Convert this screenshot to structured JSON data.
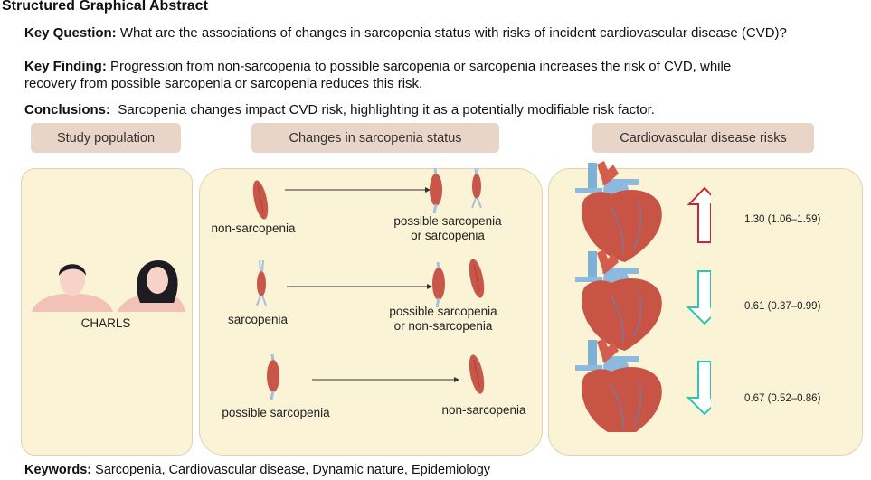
{
  "title": "Structured Graphical Abstract",
  "key_question": {
    "label": "Key Question:",
    "text": " What are the associations of changes in sarcopenia status with risks of incident cardiovascular disease (CVD)?"
  },
  "key_finding": {
    "label": "Key Finding:",
    "text1": " Progression from non-sarcopenia to possible sarcopenia or sarcopenia increases the risk of CVD, while",
    "text2": "recovery from possible sarcopenia or sarcopenia reduces this risk."
  },
  "conclusions": {
    "label": "Conclusions:",
    "text": "  Sarcopenia changes impact CVD risk, highlighting it as a potentially modifiable risk factor."
  },
  "headers": {
    "population": "Study population",
    "changes": "Changes in sarcopenia status",
    "risks": "Cardiovascular disease risks"
  },
  "population": {
    "cohort": "CHARLS"
  },
  "transitions": [
    {
      "from": "non-sarcopenia",
      "to1": "possible sarcopenia",
      "to2": "or sarcopenia"
    },
    {
      "from": "sarcopenia",
      "to1": "possible sarcopenia",
      "to2": "or non-sarcopenia"
    },
    {
      "from": "possible sarcopenia",
      "to1": "non-sarcopenia"
    }
  ],
  "risks": [
    {
      "direction": "up",
      "value": "1.30 (1.06–1.59)",
      "color": "#c8263a"
    },
    {
      "direction": "down",
      "value": "0.61 (0.37–0.99)",
      "color": "#2cc6b4"
    },
    {
      "direction": "down",
      "value": "0.67 (0.52–0.86)",
      "color": "#2cc6b4"
    }
  ],
  "keywords": {
    "label": "Keywords:",
    "text": " Sarcopenia, Cardiovascular disease, Dynamic nature, Epidemiology"
  }
}
